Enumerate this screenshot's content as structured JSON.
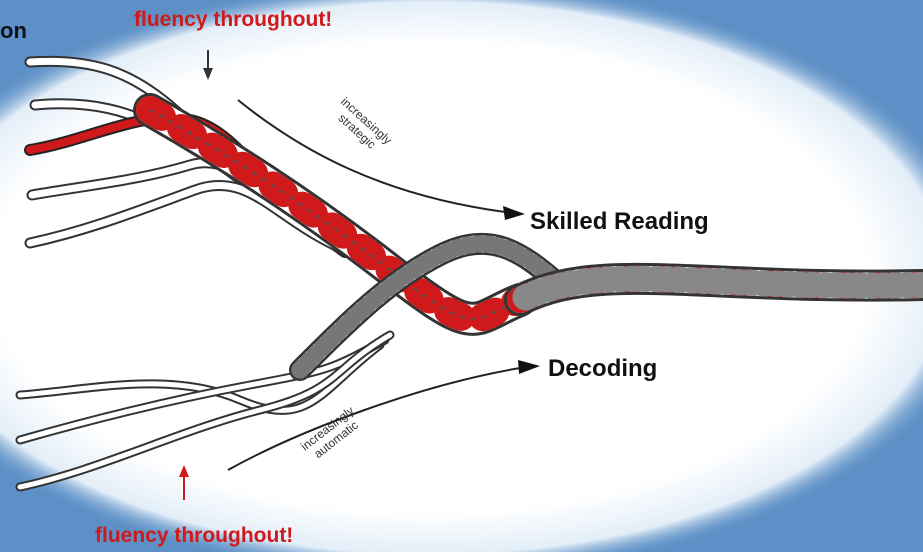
{
  "labels": {
    "top_left": "on",
    "fluency_top": "fluency throughout!",
    "fluency_bottom": "fluency throughout!",
    "skilled_reading": "Skilled Reading",
    "decoding": "Decoding",
    "strategic_line1": "increasingly",
    "strategic_line2": "strategic",
    "automatic_line1": "increasingly",
    "automatic_line2": "automatic"
  },
  "colors": {
    "background_blue": "#5d90c6",
    "oval_white": "#ffffff",
    "strand_red": "#d0191a",
    "strand_outline": "#333333"
  }
}
